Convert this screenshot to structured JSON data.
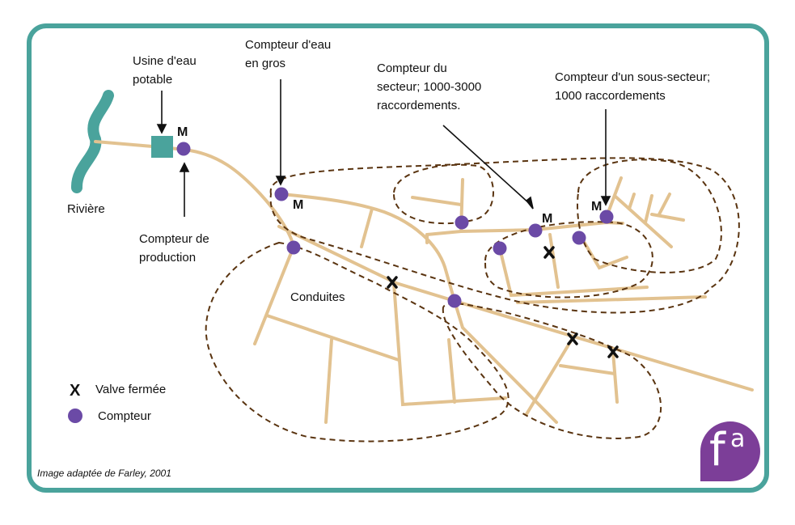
{
  "labels": {
    "usine": "Usine d'eau\npotable",
    "compteur_gros": "Compteur d'eau\nen gros",
    "compteur_secteur": "Compteur  du\nsecteur; 1000-3000\nraccordements.",
    "compteur_sous_secteur": "Compteur  d'un sous-secteur;\n1000 raccordements",
    "riviere": "Rivière",
    "compteur_production": "Compteur de\nproduction",
    "conduites": "Conduites",
    "m": "M"
  },
  "legend": {
    "valve_symbol": "X",
    "valve_label": "Valve fermée",
    "meter_label": "Compteur"
  },
  "credit": "Image adaptée de Farley, 2001",
  "logo": {
    "letter": "f",
    "superscript": "a"
  },
  "colors": {
    "frame": "#4aa39c",
    "river": "#4aa39c",
    "pipe": "#e2c290",
    "zone_dash": "#5a3410",
    "meter": "#6b4aa6",
    "logo": "#7c3e98"
  }
}
